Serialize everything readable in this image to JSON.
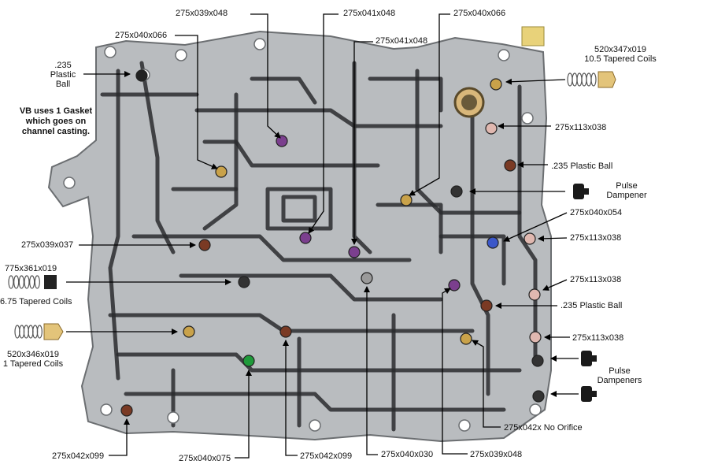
{
  "colors": {
    "plate": "#b9bcbf",
    "plate_edge": "#6b6e71",
    "channel": "#2a2c2e",
    "leader": "#000000",
    "amber": "#c9a24a",
    "purple": "#7b3f8e",
    "brown": "#7a3a24",
    "blue": "#3b57c9",
    "green": "#1f9a3a",
    "grey": "#9a9a9a",
    "pink": "#e0b8b0"
  },
  "note": {
    "lines": [
      "VB uses 1 Gasket",
      "which goes on",
      "channel casting."
    ]
  },
  "labels": [
    {
      "id": "l01",
      "lines": [
        "275x039x048"
      ]
    },
    {
      "id": "l02",
      "lines": [
        "275x041x048"
      ]
    },
    {
      "id": "l03",
      "lines": [
        "275x040x066"
      ]
    },
    {
      "id": "l04",
      "lines": [
        "275x040x066"
      ]
    },
    {
      "id": "l05",
      "lines": [
        "275x041x048"
      ]
    },
    {
      "id": "l06",
      "lines": [
        "520x347x019",
        "10.5 Tapered Coils"
      ]
    },
    {
      "id": "l07",
      "lines": [
        ".235",
        "Plastic",
        "Ball"
      ]
    },
    {
      "id": "l08",
      "lines": [
        "275x113x038"
      ]
    },
    {
      "id": "l09",
      "lines": [
        ".235 Plastic Ball"
      ]
    },
    {
      "id": "l10",
      "lines": [
        "Pulse",
        "Dampener"
      ]
    },
    {
      "id": "l11",
      "lines": [
        "275x040x054"
      ]
    },
    {
      "id": "l12",
      "lines": [
        "275x039x037"
      ]
    },
    {
      "id": "l13",
      "lines": [
        "275x113x038"
      ]
    },
    {
      "id": "l14",
      "lines": [
        "775x361x019"
      ]
    },
    {
      "id": "l15",
      "lines": [
        "6.75 Tapered Coils"
      ]
    },
    {
      "id": "l16",
      "lines": [
        "275x113x038"
      ]
    },
    {
      "id": "l17",
      "lines": [
        ".235 Plastic Ball"
      ]
    },
    {
      "id": "l18",
      "lines": [
        "520x346x019",
        "1 Tapered Coils"
      ]
    },
    {
      "id": "l19",
      "lines": [
        "275x113x038"
      ]
    },
    {
      "id": "l20",
      "lines": [
        "Pulse",
        "Dampeners"
      ]
    },
    {
      "id": "l21",
      "lines": [
        "275x042x No Orifice"
      ]
    },
    {
      "id": "l22",
      "lines": [
        "275x042x099"
      ]
    },
    {
      "id": "l23",
      "lines": [
        "275x040x075"
      ]
    },
    {
      "id": "l24",
      "lines": [
        "275x042x099"
      ]
    },
    {
      "id": "l25",
      "lines": [
        "275x040x030"
      ]
    },
    {
      "id": "l26",
      "lines": [
        "275x039x048"
      ]
    }
  ]
}
